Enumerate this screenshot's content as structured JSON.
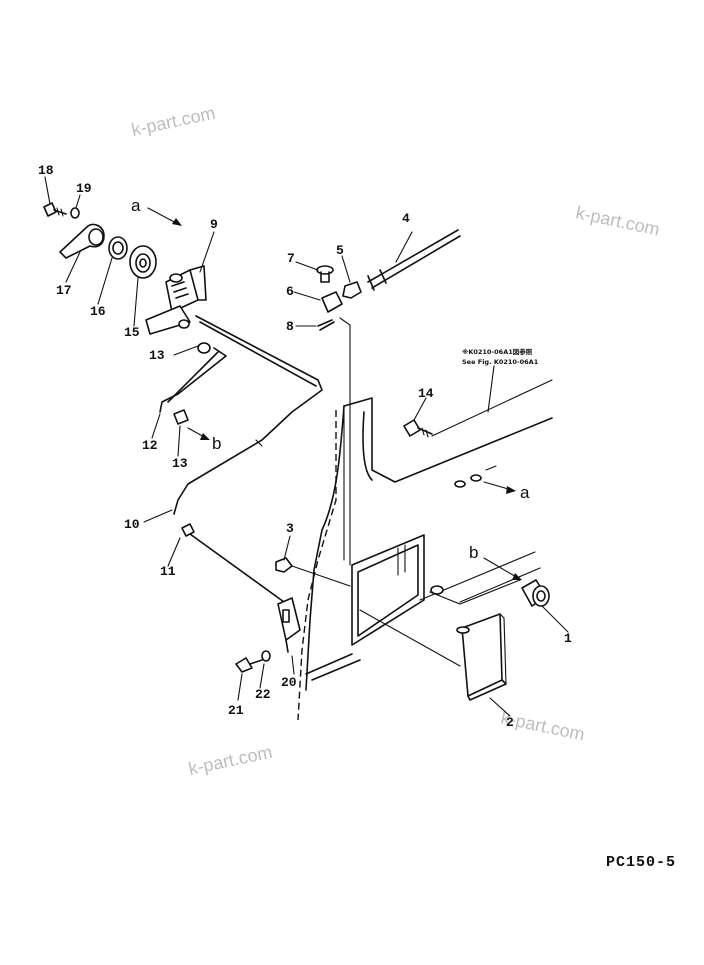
{
  "drawing": {
    "model_code": "PC150-5",
    "watermark": "k-part.com",
    "reference_note": {
      "jp": "※K0210-06A1図参照",
      "en": "See Fig. K0210-06A1"
    }
  },
  "callouts": {
    "c1": "1",
    "c2": "2",
    "c3": "3",
    "c4": "4",
    "c5": "5",
    "c6": "6",
    "c7": "7",
    "c8": "8",
    "c9": "9",
    "c10": "10",
    "c11": "11",
    "c12": "12",
    "c13a": "13",
    "c13b": "13",
    "c14": "14",
    "c15": "15",
    "c16": "16",
    "c17": "17",
    "c18": "18",
    "c19": "19",
    "c20": "20",
    "c21": "21",
    "c22": "22"
  },
  "connectors": {
    "a_top": "a",
    "a_right": "a",
    "b_mid": "b",
    "b_right": "b"
  }
}
